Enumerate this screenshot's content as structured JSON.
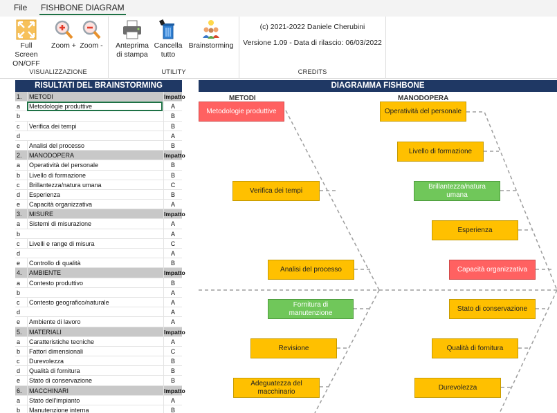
{
  "menu": {
    "file": "File",
    "tab": "FISHBONE DIAGRAM"
  },
  "ribbon": {
    "visualizzazione": {
      "label": "VISUALIZZAZIONE",
      "fullscreen": "Full Screen ON/OFF",
      "zoom_in": "Zoom +",
      "zoom_out": "Zoom -"
    },
    "utility": {
      "label": "UTILITY",
      "preview": "Anteprima di stampa",
      "clear": "Cancella tutto",
      "brainstorming": "Brainstorming"
    },
    "credits": {
      "label": "CREDITS",
      "copyright": "(c) 2021-2022 Daniele Cherubini",
      "version": "Versione 1.09 - Data di rilascio: 06/03/2022"
    }
  },
  "table": {
    "title": "RISULTATI DEL BRAINSTORMING",
    "impact_header": "Impatto",
    "rows": [
      {
        "type": "cat",
        "id": "1.",
        "text": "METODI",
        "impact": "Impatto"
      },
      {
        "type": "item",
        "id": "a",
        "text": "Metodologie produttive",
        "impact": "A"
      },
      {
        "type": "item",
        "id": "b",
        "text": "",
        "impact": "B"
      },
      {
        "type": "item",
        "id": "c",
        "text": "Verifica dei tempi",
        "impact": "B"
      },
      {
        "type": "item",
        "id": "d",
        "text": "",
        "impact": "A"
      },
      {
        "type": "item",
        "id": "e",
        "text": "Analisi del processo",
        "impact": "B"
      },
      {
        "type": "cat",
        "id": "2.",
        "text": "MANODOPERA",
        "impact": "Impatto"
      },
      {
        "type": "item",
        "id": "a",
        "text": "Operatività del personale",
        "impact": "B"
      },
      {
        "type": "item",
        "id": "b",
        "text": "Livello di formazione",
        "impact": "B"
      },
      {
        "type": "item",
        "id": "c",
        "text": "Brillantezza/natura umana",
        "impact": "C"
      },
      {
        "type": "item",
        "id": "d",
        "text": "Esperienza",
        "impact": "B"
      },
      {
        "type": "item",
        "id": "e",
        "text": "Capacità organizzativa",
        "impact": "A"
      },
      {
        "type": "cat",
        "id": "3.",
        "text": "MISURE",
        "impact": "Impatto"
      },
      {
        "type": "item",
        "id": "a",
        "text": "Sistemi di misurazione",
        "impact": "A"
      },
      {
        "type": "item",
        "id": "b",
        "text": "",
        "impact": "A"
      },
      {
        "type": "item",
        "id": "c",
        "text": "Livelli e range di misura",
        "impact": "C"
      },
      {
        "type": "item",
        "id": "d",
        "text": "",
        "impact": "A"
      },
      {
        "type": "item",
        "id": "e",
        "text": "Controllo di qualità",
        "impact": "B"
      },
      {
        "type": "cat",
        "id": "4.",
        "text": "AMBIENTE",
        "impact": "Impatto"
      },
      {
        "type": "item",
        "id": "a",
        "text": "Contesto produttivo",
        "impact": "B"
      },
      {
        "type": "item",
        "id": "b",
        "text": "",
        "impact": "A"
      },
      {
        "type": "item",
        "id": "c",
        "text": "Contesto geografico/naturale",
        "impact": "A"
      },
      {
        "type": "item",
        "id": "d",
        "text": "",
        "impact": "A"
      },
      {
        "type": "item",
        "id": "e",
        "text": "Ambiente di lavoro",
        "impact": "A"
      },
      {
        "type": "cat",
        "id": "5.",
        "text": "MATERIALI",
        "impact": "Impatto"
      },
      {
        "type": "item",
        "id": "a",
        "text": "Caratteristiche tecniche",
        "impact": "A"
      },
      {
        "type": "item",
        "id": "b",
        "text": "Fattori dimensionali",
        "impact": "C"
      },
      {
        "type": "item",
        "id": "c",
        "text": "Durevolezza",
        "impact": "B"
      },
      {
        "type": "item",
        "id": "d",
        "text": "Qualità di fornitura",
        "impact": "B"
      },
      {
        "type": "item",
        "id": "e",
        "text": "Stato di conservazione",
        "impact": "B"
      },
      {
        "type": "cat",
        "id": "6.",
        "text": "MACCHINARI",
        "impact": "Impatto"
      },
      {
        "type": "item",
        "id": "a",
        "text": "Stato dell'impianto",
        "impact": "A"
      },
      {
        "type": "item",
        "id": "b",
        "text": "Manutenzione interna",
        "impact": "B"
      }
    ]
  },
  "fishbone": {
    "title": "DIAGRAMMA FISHBONE",
    "cat_left": "METODI",
    "cat_right": "MANODOPERA",
    "colors": {
      "orange": "#ffc000",
      "red": "#ff6161",
      "green": "#70c75a",
      "header": "#1f3864"
    },
    "nodes": {
      "metodologie": "Metodologie produttive",
      "verifica": "Verifica dei tempi",
      "analisi": "Analisi del processo",
      "operativita": "Operatività del personale",
      "livello": "Livello di formazione",
      "brillantezza": "Brillantezza/natura umana",
      "esperienza": "Esperienza",
      "capacita": "Capacità organizzativa",
      "fornitura": "Fornitura di manutenzione",
      "revisione": "Revisione",
      "adeguatezza": "Adeguatezza del macchinario",
      "stato": "Stato di conservazione",
      "qualita": "Qualità di fornitura",
      "durevolezza": "Durevolezza"
    }
  }
}
